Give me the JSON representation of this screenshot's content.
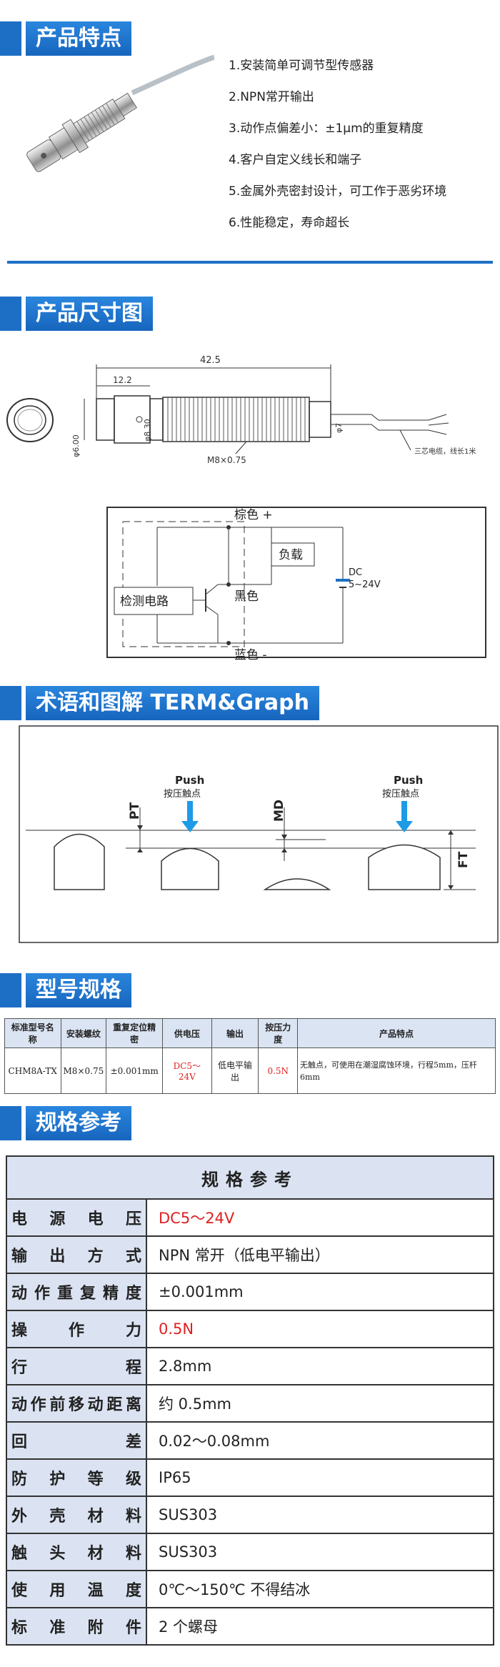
{
  "sections": {
    "features_title": "产品特点",
    "dimensions_title": "产品尺寸图",
    "terms_title": "术语和图解 TERM&Graph",
    "model_title": "型号规格",
    "spec_title": "规格参考"
  },
  "features": [
    "1.安装简单可调节型传感器",
    "2.NPN常开输出",
    "3.动作点偏差小：±1μm的重复精度",
    "4.客户自定义线长和端子",
    "5.金属外壳密封设计，可工作于恶劣环境",
    "6.性能稳定，寿命超长"
  ],
  "dimensions": {
    "total_length": "42.5",
    "head_length": "12.2",
    "head_dia": "φ8.30",
    "tip_dia": "φ6.00",
    "thread": "M8×0.75",
    "rear_dia": "φ7",
    "cable_note": "三芯电缆，线长1米"
  },
  "circuit": {
    "brown": "棕色 +",
    "black": "黑色",
    "blue": "蓝色 -",
    "load": "负载",
    "detect": "检测电路",
    "dc_label": "DC",
    "dc_range": "5~24V"
  },
  "terms": {
    "push": "Push",
    "press_point": "按压触点",
    "pt": "PT",
    "md": "MD",
    "ft": "FT"
  },
  "model_table": {
    "headers": [
      "标准型号名称",
      "安装螺纹",
      "重复定位精密",
      "供电压",
      "输出",
      "按压力度",
      "产品特点"
    ],
    "row": [
      "CHM8A-TX",
      "M8×0.75",
      "±0.001mm",
      "DC5～24V",
      "低电平输出",
      "0.5N",
      "无触点，可使用在潮湿腐蚀环境，行程5mm，压杆6mm"
    ]
  },
  "spec_table": {
    "caption": "规格参考",
    "rows": [
      {
        "key": "电源电压",
        "value": "DC5～24V",
        "red": true
      },
      {
        "key": "输出方式",
        "value": "NPN 常开（低电平输出）",
        "red": false
      },
      {
        "key": "动作重复精度",
        "value": "±0.001mm",
        "red": false
      },
      {
        "key": "操作力",
        "value": "0.5N",
        "red": true
      },
      {
        "key": "行程",
        "value": "2.8mm",
        "red": false
      },
      {
        "key": "动作前移动距离",
        "value": "约 0.5mm",
        "red": false
      },
      {
        "key": "回差",
        "value": "0.02～0.08mm",
        "red": false
      },
      {
        "key": "防护等级",
        "value": "IP65",
        "red": false
      },
      {
        "key": "外壳材料",
        "value": "SUS303",
        "red": false
      },
      {
        "key": "触头材料",
        "value": "SUS303",
        "red": false
      },
      {
        "key": "使用温度",
        "value": "0℃～150℃ 不得结冰",
        "red": false
      },
      {
        "key": "标准附件",
        "value": "2 个螺母",
        "red": false
      }
    ]
  },
  "colors": {
    "accent": "#1d6fc5",
    "red": "#e02020",
    "table_header": "#dbe3f2",
    "arrow": "#1e9be6"
  }
}
